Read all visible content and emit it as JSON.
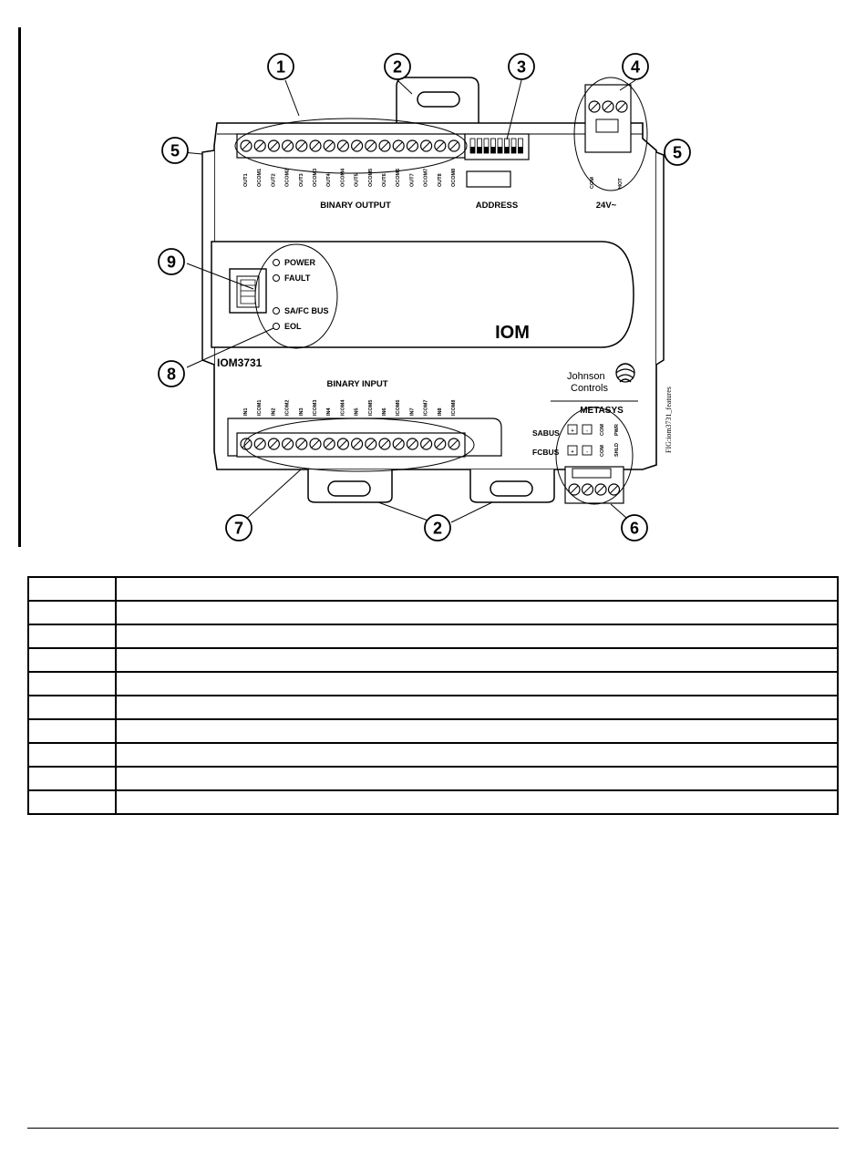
{
  "figure": {
    "callouts": [
      "1",
      "2",
      "3",
      "4",
      "5",
      "5",
      "9",
      "8",
      "7",
      "2",
      "6"
    ],
    "binary_output_label": "BINARY OUTPUT",
    "address_label": "ADDRESS",
    "power_label": "24V~",
    "com_label": "COM",
    "hot_label": "HOT",
    "led_labels": [
      "POWER",
      "FAULT",
      "SA/FC BUS",
      "EOL"
    ],
    "device_label": "IOM",
    "model_label": "IOM3731",
    "binary_input_label": "BINARY INPUT",
    "brand_line1": "Johnson",
    "brand_line2": "Controls",
    "product_label": "METASYS",
    "sabus_label": "SABUS",
    "fcbus_label": "FCBUS",
    "figure_id": "FIG:iom3731_features",
    "output_terminals": [
      "OUT1",
      "OCOM1",
      "OUT2",
      "OCOM2",
      "OUT3",
      "OCOM3",
      "OUT4",
      "OCOM4",
      "OUT5",
      "OCOM5",
      "OUT6",
      "OCOM6",
      "OUT7",
      "OCOM7",
      "OUT8",
      "OCOM8"
    ],
    "input_terminals": [
      "IN1",
      "ICOM1",
      "IN2",
      "ICOM2",
      "IN3",
      "ICOM3",
      "IN4",
      "ICOM4",
      "IN5",
      "ICOM5",
      "IN6",
      "ICOM6",
      "IN7",
      "ICOM7",
      "IN8",
      "ICOM8"
    ],
    "bus_terminals_top": [
      "+",
      "-",
      "COM",
      "PWR"
    ],
    "bus_terminals_bottom": [
      "+",
      "-",
      "COM",
      "SHLD"
    ]
  },
  "legend_table": {
    "rows": 10
  },
  "colors": {
    "line": "#000000",
    "background": "#ffffff"
  }
}
